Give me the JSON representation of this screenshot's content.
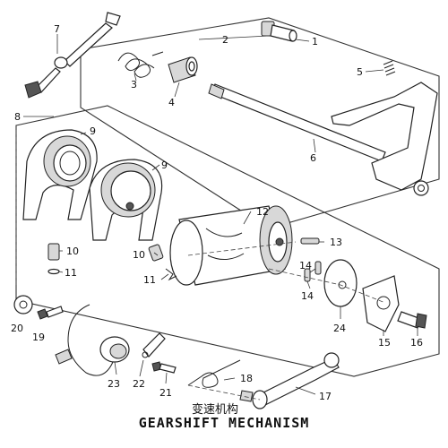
{
  "diagram": {
    "title_cn": "变速机构",
    "title_en": "GEARSHIFT MECHANISM"
  },
  "callouts": {
    "c1": "1",
    "c2": "2",
    "c3": "3",
    "c4": "4",
    "c5": "5",
    "c6": "6",
    "c7": "7",
    "c8": "8",
    "c9a": "9",
    "c9b": "9",
    "c10a": "10",
    "c10b": "10",
    "c11a": "11",
    "c11b": "11",
    "c12": "12",
    "c13": "13",
    "c14a": "14",
    "c14b": "14",
    "c15": "15",
    "c16": "16",
    "c17": "17",
    "c18": "18",
    "c19": "19",
    "c20": "20",
    "c21": "21",
    "c22": "22",
    "c23": "23",
    "c24": "24"
  }
}
